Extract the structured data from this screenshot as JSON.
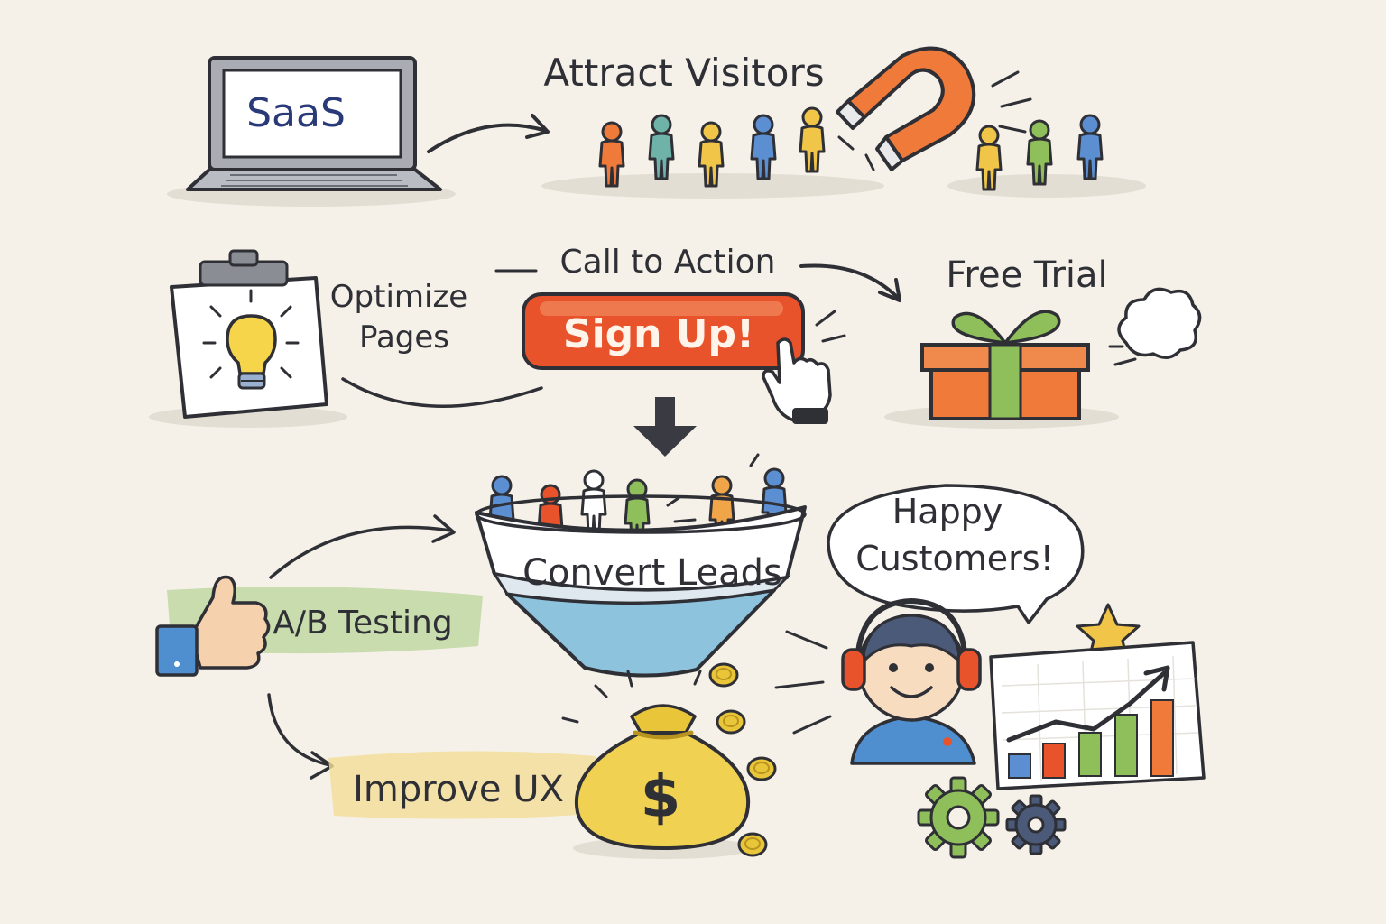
{
  "laptop": {
    "screen_text": "SaaS"
  },
  "steps": {
    "attract": "Attract Visitors",
    "cta": "Call to Action",
    "signup_button": "Sign Up!",
    "free_trial": "Free Trial",
    "optimize_line1": "Optimize",
    "optimize_line2": "Pages",
    "convert": "Convert Leads",
    "ab_testing": "A/B Testing",
    "improve_ux": "Improve UX",
    "happy_line1": "Happy",
    "happy_line2": "Customers!"
  },
  "money_symbol": "$",
  "colors": {
    "ink": "#2f2f36",
    "paper": "#f5f1e8",
    "orange": "#ef7a3a",
    "signup_red": "#e8532c",
    "blue": "#5b8fd1",
    "teal": "#6fb3a8",
    "yellow": "#f0c548",
    "green": "#8fbf5a",
    "funnel_water": "#8ec3de",
    "gold": "#e9c53a"
  },
  "icons": [
    "laptop-icon",
    "magnet-icon",
    "person-icon",
    "clipboard-icon",
    "lightbulb-icon",
    "pointer-hand-icon",
    "gift-icon",
    "cloud-icon",
    "down-arrow-icon",
    "funnel-icon",
    "thumbs-up-icon",
    "money-bag-icon",
    "coin-icon",
    "headset-person-icon",
    "star-icon",
    "growth-chart-icon",
    "gear-icon"
  ]
}
